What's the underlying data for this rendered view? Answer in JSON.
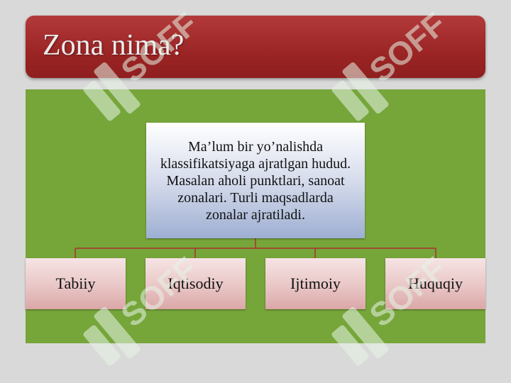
{
  "slide": {
    "title": "Zona nima?"
  },
  "diagram": {
    "root": "Ma’lum bir yo’nalishda klassifikatsiyaga ajratlgan hudud. Masalan aholi punktlari, sanoat zonalari. Turli maqsadlarda zonalar ajratiladi.",
    "children": [
      "Tabiiy",
      "Iqtisodiy",
      "Ijtimoiy",
      "Huquqiy"
    ]
  },
  "watermark": {
    "text": "SOFF"
  },
  "colors": {
    "title_bar": "#9b2424",
    "panel": "#76a53a",
    "connector": "#a83232",
    "watermark": "#e6f5e6"
  }
}
